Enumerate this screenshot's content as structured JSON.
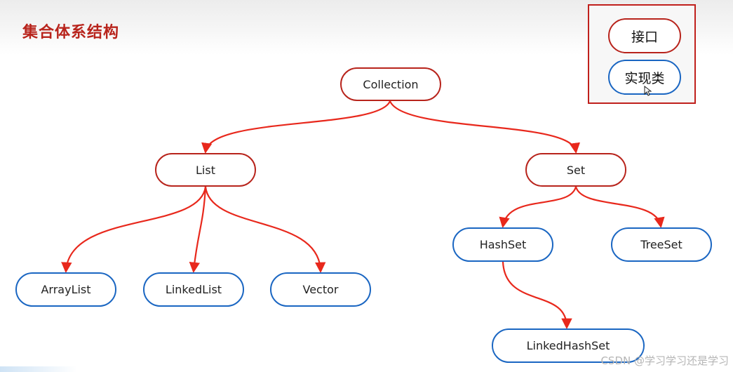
{
  "page": {
    "title": "集合体系结构"
  },
  "legend": {
    "interface_label": "接口",
    "implementation_label": "实现类"
  },
  "nodes": {
    "collection": "Collection",
    "list": "List",
    "set": "Set",
    "arraylist": "ArrayList",
    "linkedlist": "LinkedList",
    "vector": "Vector",
    "hashset": "HashSet",
    "treeset": "TreeSet",
    "linkedhashset": "LinkedHashSet"
  },
  "colors": {
    "interface": "#b8241c",
    "implementation": "#1a66c2",
    "arrow": "#e8281c"
  },
  "watermark": "CSDN @学习学习还是学习"
}
